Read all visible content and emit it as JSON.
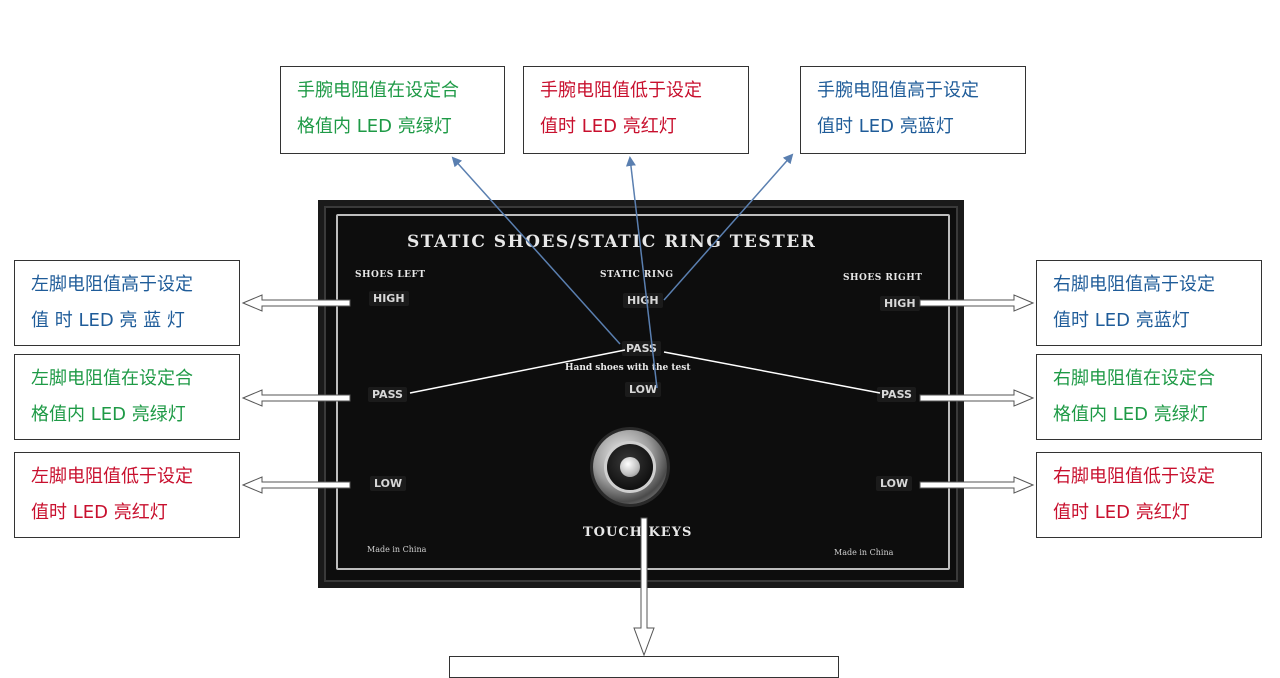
{
  "panel": {
    "title": "STATIC SHOES/STATIC RING TESTER",
    "shoes_left": "SHOES LEFT",
    "static_ring": "STATIC RING",
    "shoes_right": "SHOES RIGHT",
    "high": "HIGH",
    "pass": "PASS",
    "low": "LOW",
    "hint": "Hand shoes with the test",
    "touch_keys": "TOUCH KEYS",
    "made_in": "Made in China"
  },
  "callouts": {
    "ring_pass": [
      "手腕电阻值在设定合",
      "格值内 LED 亮绿灯"
    ],
    "ring_low": [
      "手腕电阻值低于设定",
      "值时 LED 亮红灯"
    ],
    "ring_high": [
      "手腕电阻值高于设定",
      "值时 LED 亮蓝灯"
    ],
    "left_high": [
      "左脚电阻值高于设定",
      "值 时  LED  亮 蓝 灯"
    ],
    "left_pass": [
      "左脚电阻值在设定合",
      "格值内 LED 亮绿灯"
    ],
    "left_low": [
      "左脚电阻值低于设定",
      "值时 LED 亮红灯"
    ],
    "right_high": [
      "右脚电阻值高于设定",
      "值时 LED 亮蓝灯"
    ],
    "right_pass": [
      "右脚电阻值在设定合",
      "格值内 LED 亮绿灯"
    ],
    "right_low": [
      "右脚电阻值低于设定",
      "值时 LED 亮红灯"
    ]
  },
  "colors": {
    "green": "#1e9a46",
    "red": "#c8102e",
    "blue": "#1f5c99",
    "arrow_blue": "#5a7fb0"
  }
}
